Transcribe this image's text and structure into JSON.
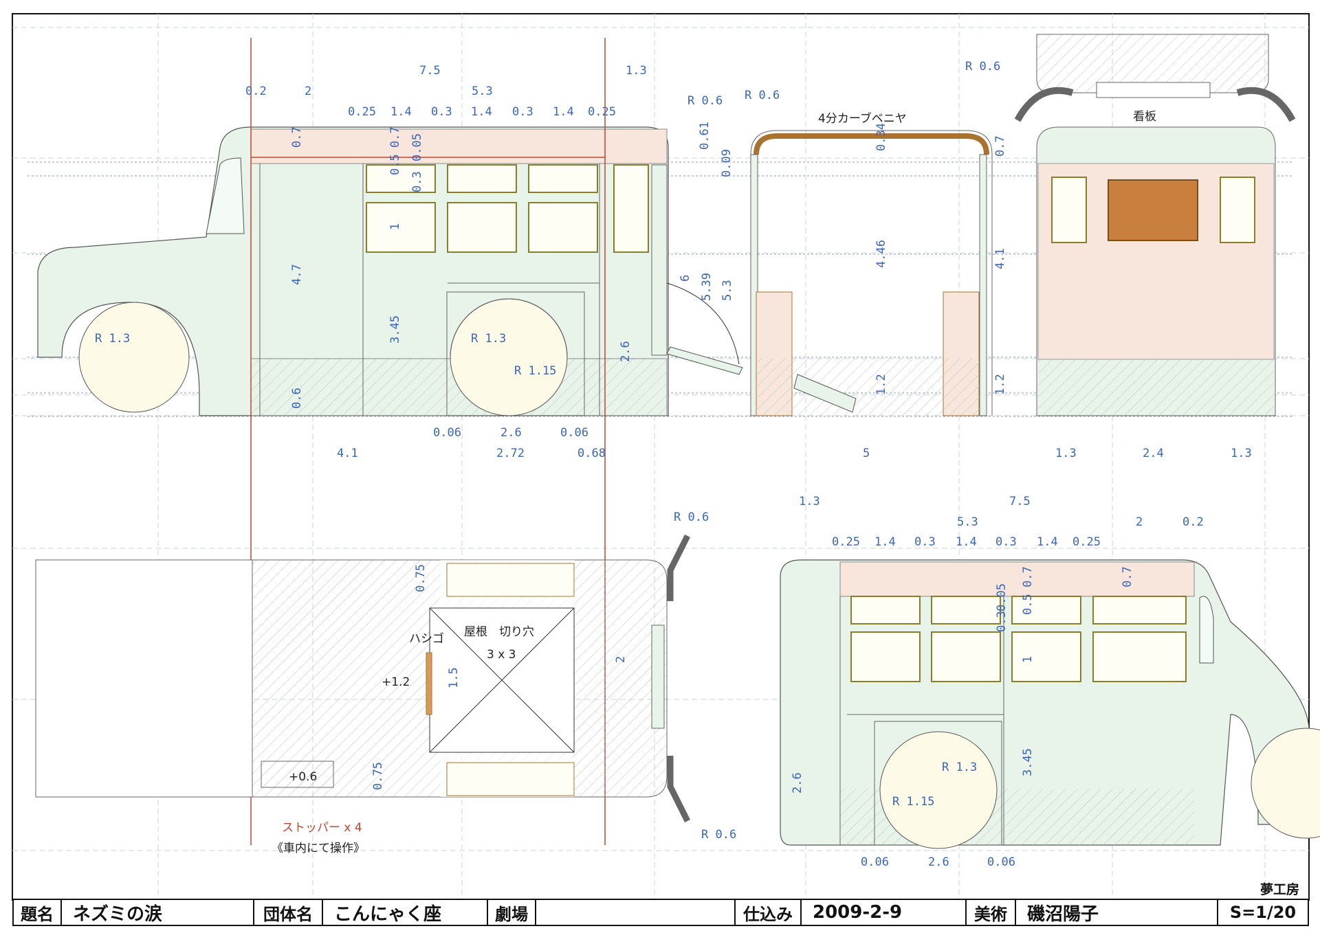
{
  "title_block": {
    "title_label": "題名",
    "title_value": "ネズミの涙",
    "group_label": "団体名",
    "group_value": "こんにゃく座",
    "theater_label": "劇場",
    "theater_value": "",
    "setup_label": "仕込み",
    "setup_value": "2009-2-9",
    "art_label": "美術",
    "art_value": "磯沼陽子",
    "scale_value": "S=1/20"
  },
  "studio_mark": "夢工房",
  "labels": {
    "curve_plywood": "4分カーブベニヤ",
    "signboard": "看板",
    "ladder": "ハシゴ",
    "roof_cutout": "屋根　切り穴",
    "roof_cutout_size": "3 x 3",
    "plus_1_2": "+1.2",
    "plus_0_6": "+0.6",
    "stopper": "ストッパー x 4",
    "stopper_note": "《車内にて操作》"
  },
  "colors": {
    "body_fill": "#e8f3ea",
    "band_fill": "#f8e6dc",
    "sign_fill": "#c97f3e",
    "dimension": "#3a66b8",
    "accent_red": "#c0462d",
    "grid": "#b9c7dc"
  },
  "dims_side_a": {
    "top1": "7.5",
    "top2": "1.3",
    "top3": "0.2",
    "top4": "2",
    "top5": "5.3",
    "seg": [
      "0.25",
      "1.4",
      "0.3",
      "1.4",
      "0.3",
      "1.4",
      "0.25"
    ],
    "v07a": "0.7",
    "v07b": "0.7",
    "v05": "0.5",
    "v005": "0.05",
    "v03": "0.3",
    "v1": "1",
    "v47": "4.7",
    "v345": "3.45",
    "v06": "0.6",
    "v26": "2.6",
    "r13a": "R 1.3",
    "r13b": "R 1.3",
    "r115": "R 1.15",
    "bot006a": "0.06",
    "bot26": "2.6",
    "bot006b": "0.06",
    "bot41": "4.1",
    "bot272": "2.72",
    "bot068": "0.68"
  },
  "dims_front": {
    "r06a": "R 0.6",
    "r06b": "R 0.6",
    "r06c": "R 0.6",
    "v061": "0.61",
    "v009": "0.09",
    "v6": "6",
    "v539": "5.39",
    "v53": "5.3",
    "v034": "0.34",
    "v446": "4.46",
    "v12a": "1.2",
    "v12b": "1.2",
    "v07": "0.7",
    "v41": "4.1",
    "w5": "5"
  },
  "dims_rear": {
    "w13a": "1.3",
    "w24": "2.4",
    "w13b": "1.3"
  },
  "dims_plan": {
    "r06top": "R 0.6",
    "r06bot": "R 0.6",
    "v075a": "0.75",
    "v075b": "0.75",
    "v15": "1.5",
    "v2": "2"
  },
  "dims_side_b": {
    "top13": "1.3",
    "top75": "7.5",
    "top53": "5.3",
    "top2": "2",
    "top02": "0.2",
    "seg": [
      "0.25",
      "1.4",
      "0.3",
      "1.4",
      "0.3",
      "1.4",
      "0.25"
    ],
    "v005": "0.05",
    "v03": "0.3",
    "v07a": "0.7",
    "v05": "0.5",
    "v1": "1",
    "v07b": "0.7",
    "v345": "3.45",
    "v26": "2.6",
    "r13": "R 1.3",
    "r115": "R 1.15",
    "bot006a": "0.06",
    "bot26": "2.6",
    "bot006b": "0.06"
  }
}
